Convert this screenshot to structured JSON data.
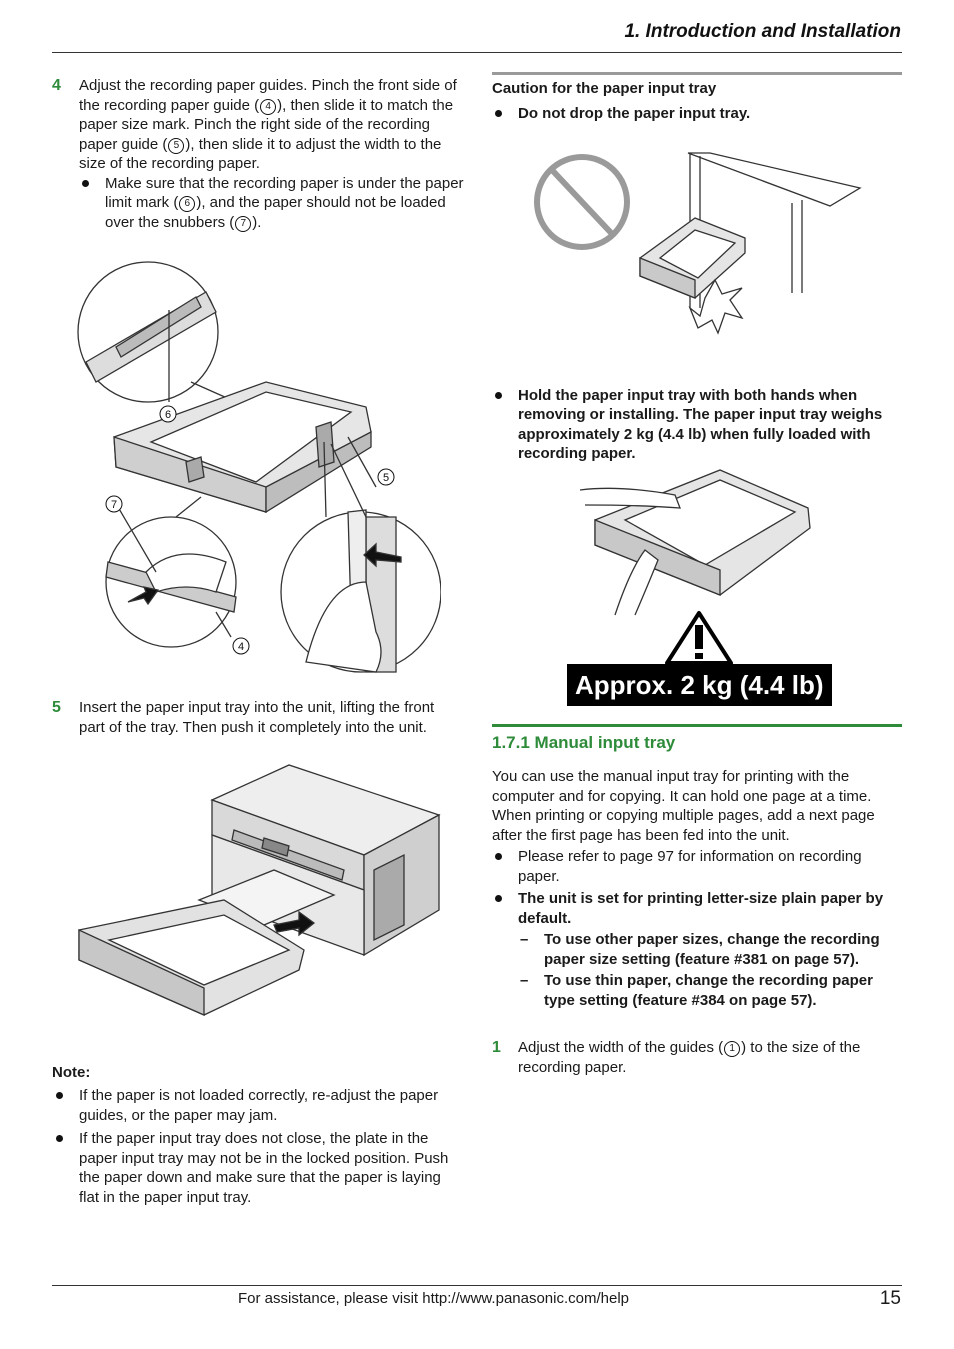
{
  "header": {
    "title": "1. Introduction and Installation"
  },
  "left": {
    "step4": {
      "num": "4",
      "text_a": "Adjust the recording paper guides. Pinch the front side of the recording paper guide (",
      "ref_a": "4",
      "text_b": "), then slide it to match the paper size mark. Pinch the right side of the recording paper guide (",
      "ref_b": "5",
      "text_c": "), then slide it to adjust the width to the size of the recording paper.",
      "bullet_a": "Make sure that the recording paper is under the paper limit mark (",
      "bullet_ref_a": "6",
      "bullet_b": "), and the paper should not be loaded over the snubbers (",
      "bullet_ref_b": "7",
      "bullet_c": ")."
    },
    "figure1": {
      "callouts": [
        "6",
        "5",
        "7",
        "4"
      ]
    },
    "step5": {
      "num": "5",
      "text": "Insert the paper input tray into the unit, lifting the front part of the tray. Then push it completely into the unit."
    },
    "note": {
      "title": "Note:",
      "items": [
        "If the paper is not loaded correctly, re-adjust the paper guides, or the paper may jam.",
        "If the paper input tray does not close, the plate in the paper input tray may not be in the locked position. Push the paper down and make sure that the paper is laying flat in the paper input tray."
      ]
    }
  },
  "right": {
    "caution": {
      "title": "Caution for the paper input tray",
      "item1": "Do not drop the paper input tray.",
      "item2": "Hold the paper input tray with both hands when removing or installing. The paper input tray weighs approximately 2 kg (4.4 lb) when fully loaded with recording paper."
    },
    "weight_label": "Approx. 2 kg (4.4 lb)",
    "section": {
      "title": "1.7.1 Manual input tray",
      "intro": "You can use the manual input tray for printing with the computer and for copying. It can hold one page at a time. When printing or copying multiple pages, add a next page after the first page has been fed into the unit.",
      "bullet1": "Please refer to page 97 for information on recording paper.",
      "bullet2": "The unit is set for printing letter-size plain paper by default.",
      "dash1": "To use other paper sizes, change the recording paper size setting (feature #381 on page 57).",
      "dash2": "To use thin paper, change the recording paper type setting (feature #384 on page 57).",
      "step1": {
        "num": "1",
        "text_a": "Adjust the width of the guides (",
        "ref": "1",
        "text_b": ") to the size of the recording paper."
      }
    }
  },
  "footer": {
    "text": "For assistance, please visit http://www.panasonic.com/help",
    "page": "15"
  },
  "colors": {
    "accent_green": "#2e8b3a",
    "rule_grey": "#9a9a9a"
  }
}
